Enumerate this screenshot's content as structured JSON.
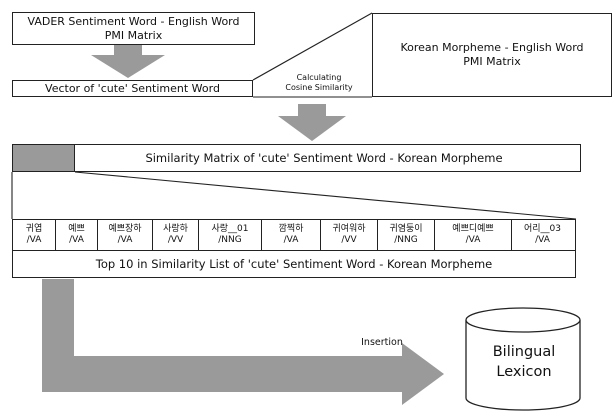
{
  "boxes": {
    "vader_pmi": [
      "VADER Sentiment Word - English Word",
      "PMI Matrix"
    ],
    "cute_vector": "Vector of 'cute' Sentiment Word",
    "korean_pmi": [
      "Korean Morpheme - English Word",
      "PMI Matrix"
    ],
    "similarity_matrix": "Similarity Matrix of 'cute' Sentiment Word - Korean Morpheme",
    "top10_list": "Top 10 in Similarity List of 'cute' Sentiment Word - Korean Morpheme"
  },
  "annotations": {
    "cosine": [
      "Calculating",
      "Cosine Similarity"
    ],
    "insertion": "Insertion"
  },
  "morphemes": [
    {
      "word": "귀엽",
      "tag": "/VA"
    },
    {
      "word": "예쁘",
      "tag": "/VA"
    },
    {
      "word": "예쁘장하",
      "tag": "/VA"
    },
    {
      "word": "사랑하",
      "tag": "/VV"
    },
    {
      "word": "사랑__01",
      "tag": "/NNG"
    },
    {
      "word": "깜찍하",
      "tag": "/VA"
    },
    {
      "word": "귀여워하",
      "tag": "/VV"
    },
    {
      "word": "귀염둥이",
      "tag": "/NNG"
    },
    {
      "word": "예쁘디예쁘",
      "tag": "/VA"
    },
    {
      "word": "어리__03",
      "tag": "/VA"
    }
  ],
  "lexicon": [
    "Bilingual",
    "Lexicon"
  ],
  "colors": {
    "arrow": "#9a9a9a",
    "highlight": "#9a9a9a",
    "border": "#222222"
  }
}
